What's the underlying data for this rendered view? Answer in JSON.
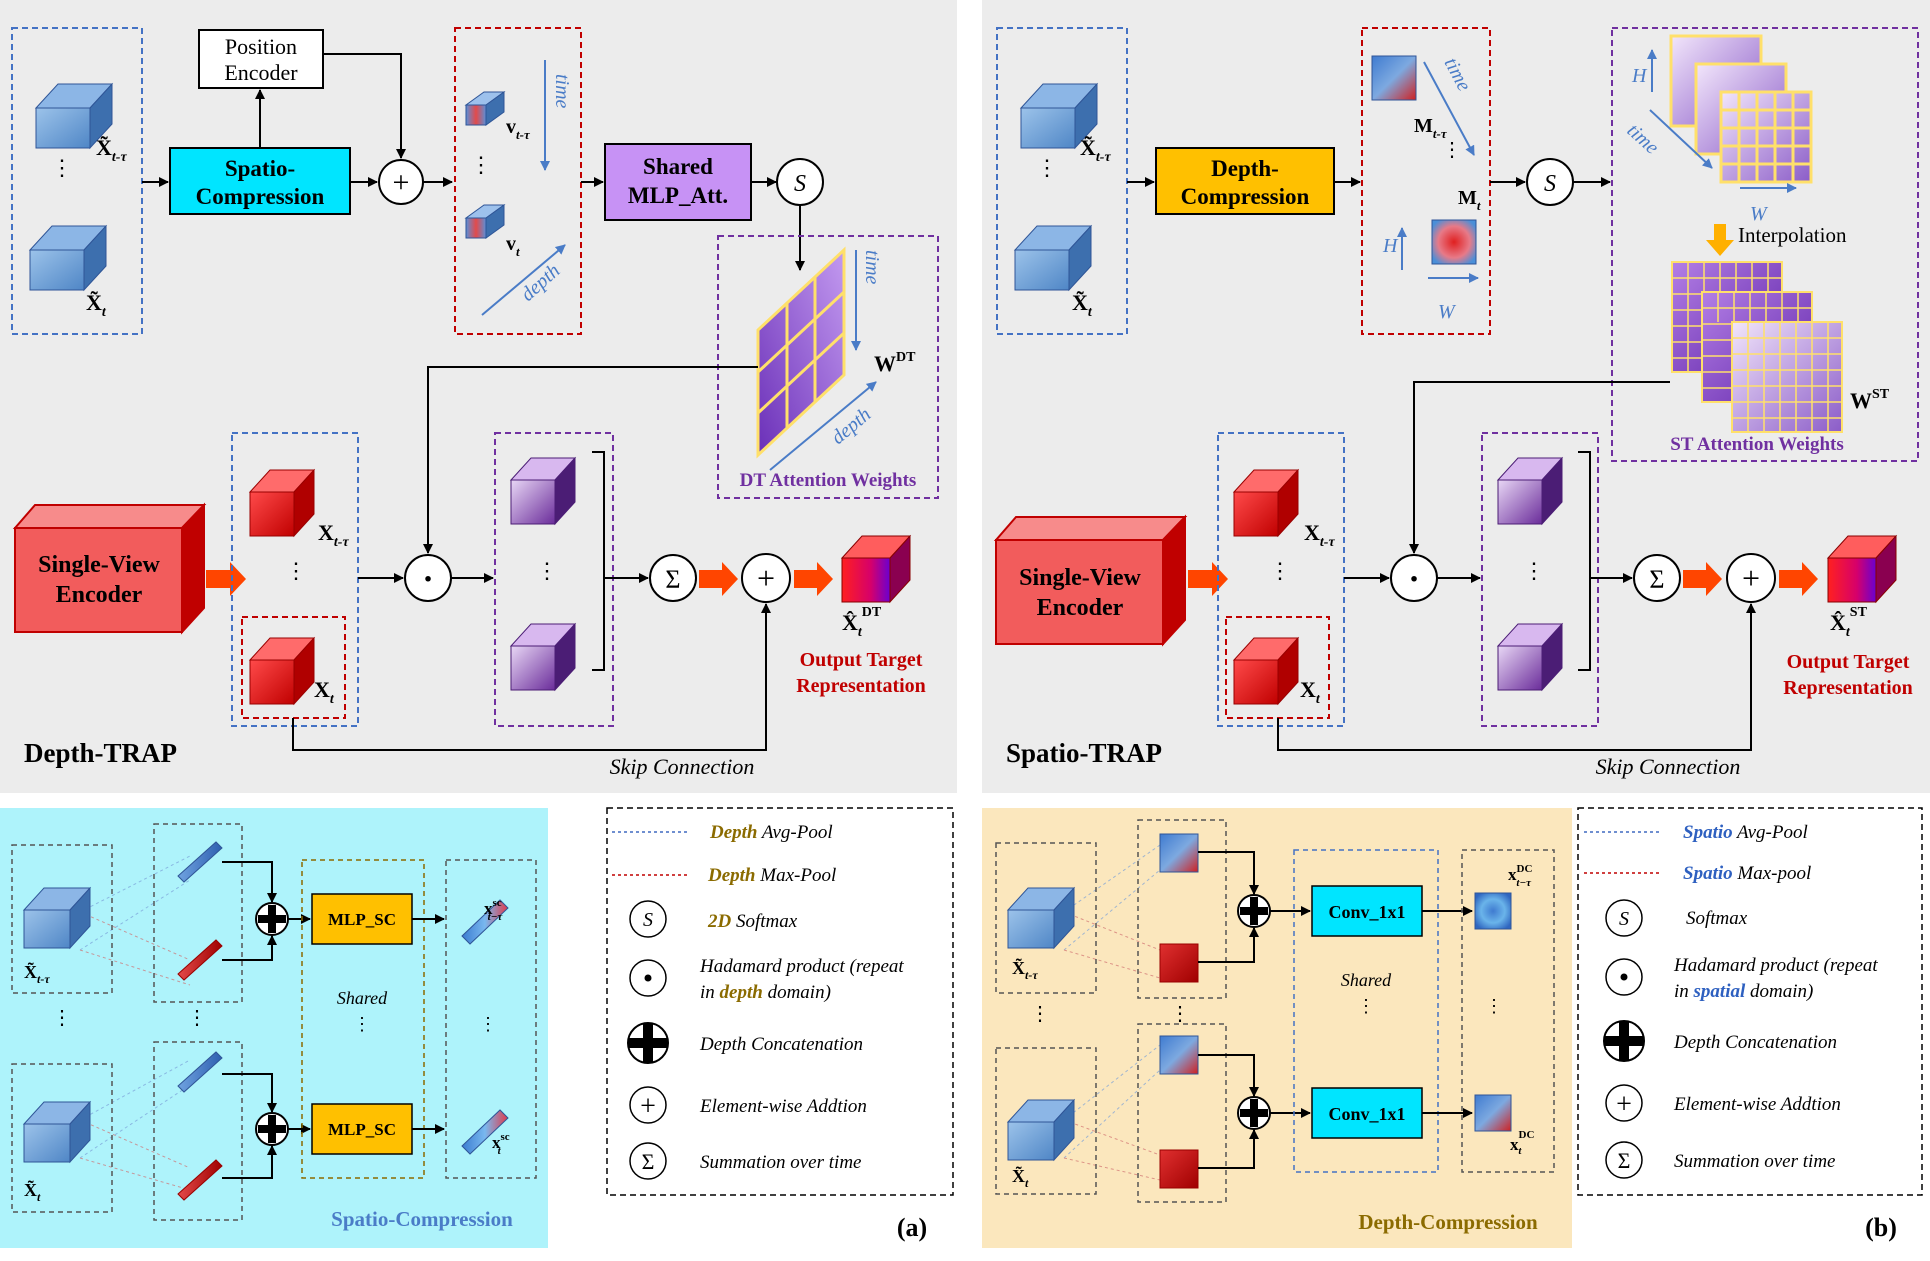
{
  "depth_trap": {
    "title": "Depth-TRAP",
    "x_top": "X̃",
    "x_top_sub": "t-τ",
    "x_bot": "X̃",
    "x_bot_sub": "t",
    "position_encoder_1": "Position",
    "position_encoder_2": "Encoder",
    "spatio_compression_1": "Spatio-",
    "spatio_compression_2": "Compression",
    "v_top": "v",
    "v_top_sub": "t-τ",
    "v_bot": "v",
    "v_bot_sub": "t",
    "time": "time",
    "depth": "depth",
    "shared_mlp_1": "Shared",
    "shared_mlp_2": "MLP_Att.",
    "softmax": "S",
    "weights": "W",
    "weights_sup": "DT",
    "attention_label": "DT Attention Weights",
    "encoder_1": "Single-View",
    "encoder_2": "Encoder",
    "xt_top": "X",
    "xt_top_sub": "t-τ",
    "xt_bot": "X",
    "xt_bot_sub": "t",
    "output_symbol": "X̂",
    "output_sup": "DT",
    "output_sub": "t",
    "output_1": "Output Target",
    "output_2": "Representation",
    "skip": "Skip Connection",
    "dots": "⋮",
    "dot_op": "·",
    "sum_op": "Σ",
    "plus_op": "+"
  },
  "spatio_trap": {
    "title": "Spatio-TRAP",
    "depth_compression_1": "Depth-",
    "depth_compression_2": "Compression",
    "m_top": "M",
    "m_top_sub": "t-τ",
    "m_bot": "M",
    "m_bot_sub": "t",
    "time": "time",
    "h": "H",
    "w": "W",
    "interpolation": "Interpolation",
    "weights": "W",
    "weights_sup": "ST",
    "attention_label": "ST Attention Weights",
    "encoder_1": "Single-View",
    "encoder_2": "Encoder",
    "output_sup": "ST",
    "output_1": "Output Target",
    "output_2": "Representation",
    "skip": "Skip Connection"
  },
  "spatio_compression_panel": {
    "label": "Spatio-Compression",
    "mlp": "MLP_SC",
    "shared": "Shared",
    "x_top": "X̃",
    "x_top_sub": "t-τ",
    "x_bot": "X̃",
    "x_bot_sub": "t",
    "out_top": "x",
    "out_top_sup": "sc",
    "out_top_sub": "t−τ",
    "out_bot": "x",
    "out_bot_sup": "sc",
    "out_bot_sub": "t"
  },
  "depth_compression_panel": {
    "label": "Depth-Compression",
    "conv": "Conv_1x1",
    "shared": "Shared",
    "out_top": "x",
    "out_top_sup": "DC",
    "out_top_sub": "t−τ",
    "out_bot": "x",
    "out_bot_sup": "DC",
    "out_bot_sub": "t"
  },
  "legend_a": {
    "avg_colored": "Depth",
    "avg_rest": " Avg-Pool",
    "max_colored": "Depth",
    "max_rest": " Max-Pool",
    "softmax_colored": "2D",
    "softmax_rest": " Softmax",
    "hadamard_1": "Hadamard product (repeat",
    "hadamard_2a": "in ",
    "hadamard_2b": "depth",
    "hadamard_2c": " domain)",
    "concat": "Depth Concatenation",
    "add": "Element-wise Addtion",
    "sum": "Summation over time",
    "panel": "(a)"
  },
  "legend_b": {
    "avg_colored": "Spatio",
    "avg_rest": " Avg-Pool",
    "max_colored": "Spatio",
    "max_rest": " Max-pool",
    "softmax": "Softmax",
    "hadamard_1": "Hadamard product (repeat",
    "hadamard_2a": "in ",
    "hadamard_2b": "spatial",
    "hadamard_2c": " domain)",
    "concat": "Depth Concatenation",
    "add": "Element-wise Addtion",
    "sum": "Summation over time",
    "panel": "(b)"
  },
  "colors": {
    "panel_gray": "#ececec",
    "cyan_panel": "#aef3fb",
    "tan_panel": "#fbe7bd",
    "cyan_box": "#00e5ff",
    "purple_box": "#c792f5",
    "orange_box": "#ffc000",
    "encoder_red": "#f25c5c",
    "output_red": "#c00000",
    "attention_purple": "#7030a0",
    "dashed_blue": "#4472c4",
    "dashed_red": "#c00000",
    "legend_gold": "#8b6b00",
    "legend_blue": "#2e60c0",
    "label_blue": "#4a7cc7"
  }
}
